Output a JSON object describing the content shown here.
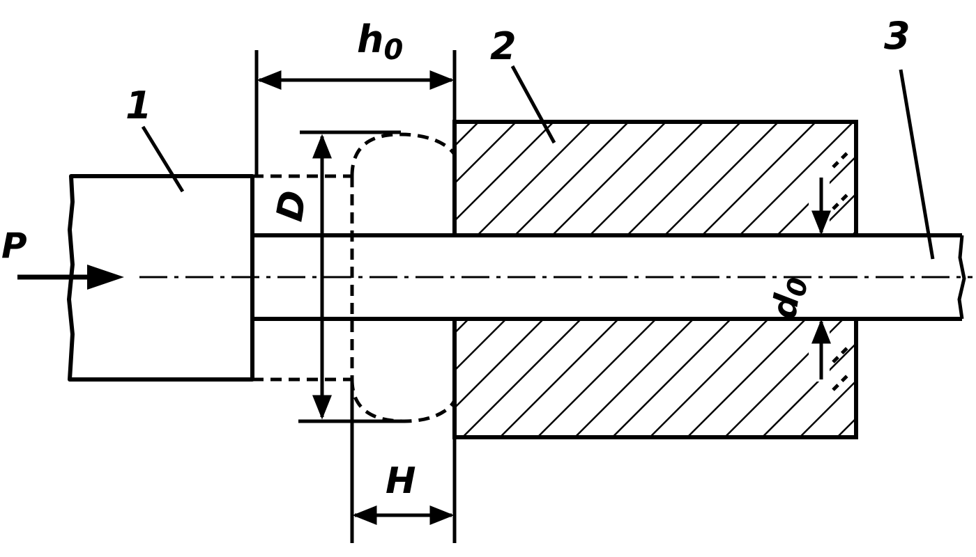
{
  "labels": {
    "force": "P",
    "part_1": "1",
    "part_2": "2",
    "part_3": "3",
    "h0": "h",
    "h0_sub": "0",
    "diameter_D": "D",
    "height_H": "H",
    "d0": "d",
    "d0_sub": "0"
  },
  "colors": {
    "ink": "#000000",
    "background": "#ffffff"
  }
}
